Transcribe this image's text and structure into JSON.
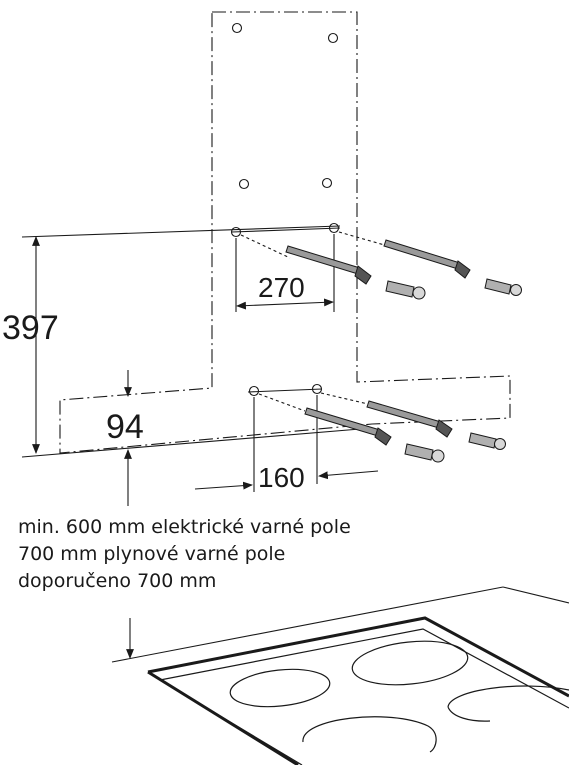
{
  "dimensions": {
    "total_height": "397",
    "lower_offset": "94",
    "upper_hole_spacing": "270",
    "lower_hole_spacing": "160"
  },
  "note": {
    "line1": "min. 600 mm elektrické varné pole",
    "line2": "700 mm plynové varné pole",
    "line3": "doporučeno 700 mm"
  },
  "colors": {
    "line": "#1a1a1a",
    "background": "#ffffff"
  }
}
